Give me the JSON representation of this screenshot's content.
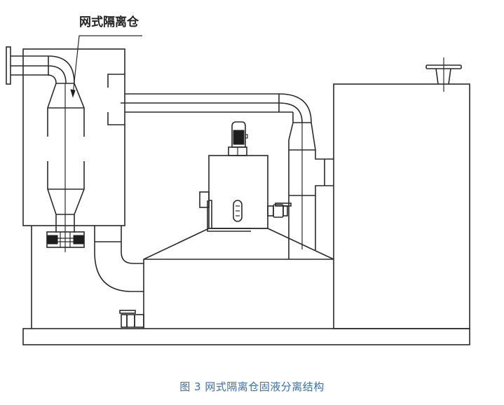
{
  "diagram": {
    "callout_label": "网式隔离仓",
    "caption": "图 3   网式隔离仓固液分离结构",
    "colors": {
      "line": "#2a2a2a",
      "caption": "#3a6fb0",
      "background": "#ffffff"
    },
    "components": [
      "inlet-flange",
      "mesh-isolation-chamber",
      "cyclone-separator",
      "bottom-motor-valve",
      "connecting-pipe",
      "mixing-tank",
      "agitator-motor",
      "sight-glass",
      "side-valves",
      "sedimentation-tank",
      "clear-water-tank",
      "vent-cap",
      "base-frame"
    ]
  }
}
